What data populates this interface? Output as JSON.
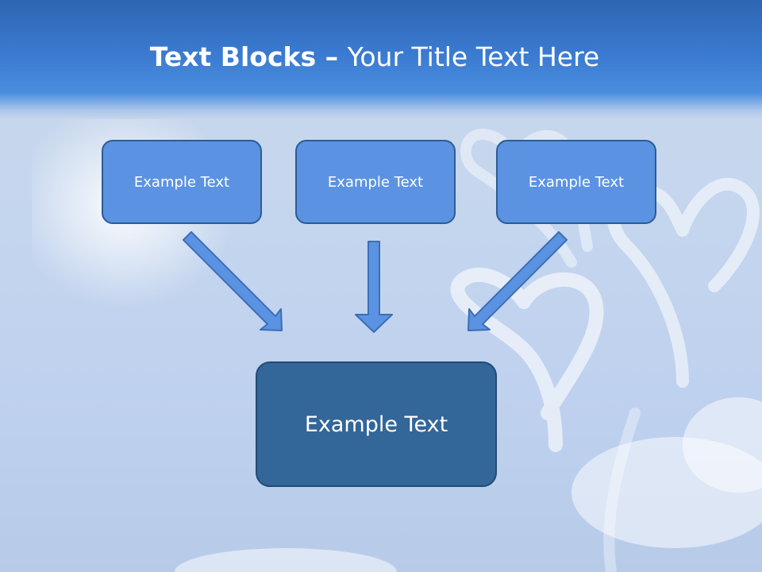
{
  "title": {
    "bold_part": "Text Blocks",
    "dash": " – ",
    "rest": "Your Title Text Here"
  },
  "blocks": {
    "top_left": "Example Text",
    "top_center": "Example Text",
    "top_right": "Example Text",
    "bottom": "Example Text"
  },
  "colors": {
    "header_blue": "#3a7ad0",
    "box_light_blue": "#5b93e2",
    "box_dark_blue": "#336699",
    "arrow_blue": "#5b93e2",
    "border_blue": "#2c5c95"
  },
  "icons": {
    "background": "sky-with-cloud-hearts",
    "arrows": "down-arrow"
  }
}
